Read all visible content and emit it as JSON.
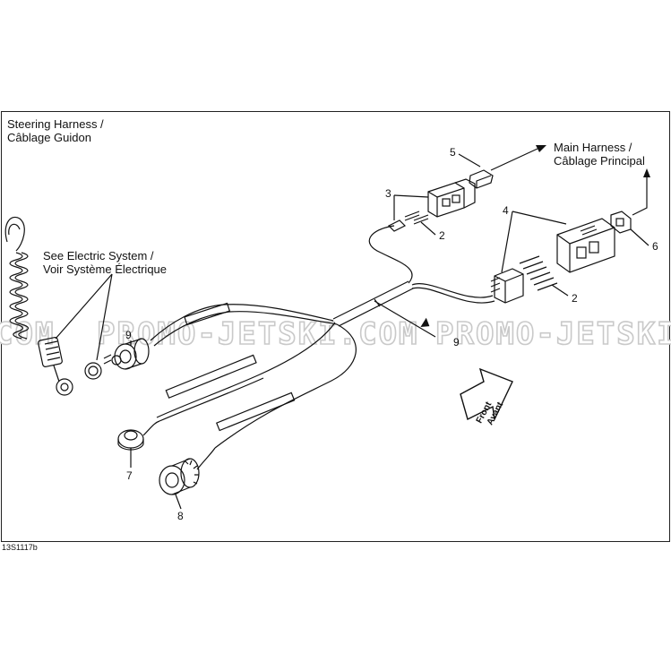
{
  "title": {
    "line1": "Steering Harness /",
    "line2": "Câblage Guidon"
  },
  "callouts": {
    "electric_line1": "See Electric System /",
    "electric_line2": "Voir Système Électrique",
    "main_line1": "Main Harness  /",
    "main_line2": "Câblage Principal"
  },
  "part_numbers": {
    "p2a": "2",
    "p2b": "2",
    "p3": "3",
    "p4": "4",
    "p5": "5",
    "p6": "6",
    "p7": "7",
    "p8": "8",
    "p9a": "9",
    "p9b": "9"
  },
  "front_arrow": {
    "line1": "Front",
    "line2": "Avant"
  },
  "watermark": {
    "left": "COM",
    "middle": "PROMO-JETSKI.COM",
    "right": "PROMO-JETSKI"
  },
  "figure_code": "13S1117b",
  "colors": {
    "line": "#111111",
    "watermark": "#cfcfcf"
  }
}
